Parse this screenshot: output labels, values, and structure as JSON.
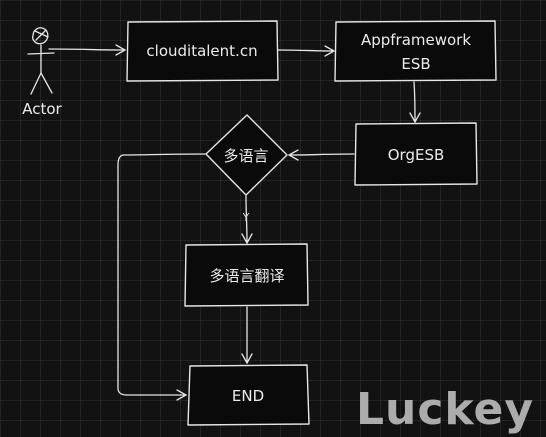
{
  "actor": {
    "label": "Actor"
  },
  "nodes": {
    "cloud": {
      "label": "clouditalent.cn"
    },
    "appfw": {
      "label_line1": "Appframework",
      "label_line2": "ESB"
    },
    "orgesb": {
      "label": "OrgESB"
    },
    "decision": {
      "label": "多语言"
    },
    "translate": {
      "label": "多语言翻译"
    },
    "end": {
      "label": "END"
    }
  },
  "edges": {
    "decision_to_translate": {
      "label": "Y"
    }
  },
  "watermark": {
    "text": "Luckey"
  },
  "colors": {
    "background": "#121212",
    "stroke": "#e6e6e6",
    "text": "#ececec"
  }
}
